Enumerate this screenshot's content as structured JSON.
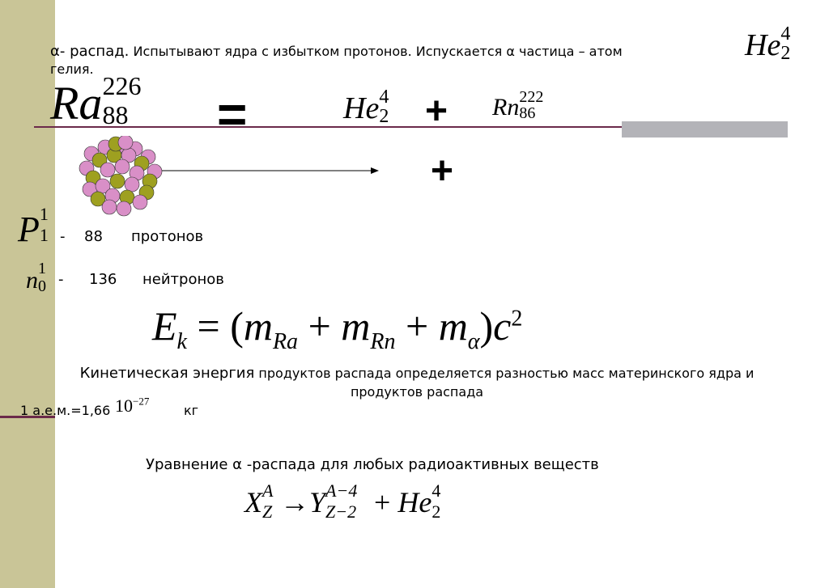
{
  "intro": {
    "title": "α- распад.",
    "text": "Испытывают ядра с избытком протонов. Испускается α частица – атом",
    "text_cont": "гелия.",
    "he_symbol": "He",
    "he_mass": "4",
    "he_charge": "2"
  },
  "reaction": {
    "ra_symbol": "Ra",
    "ra_mass": "226",
    "ra_charge": "88",
    "equals": "=",
    "he_symbol": "He",
    "he_mass": "4",
    "he_charge": "2",
    "plus": "+",
    "rn_symbol": "Rn",
    "rn_mass": "222",
    "rn_charge": "86",
    "plus_lower": "+"
  },
  "composition": {
    "proton_symbol": "P",
    "proton_mass": "1",
    "proton_charge": "1",
    "proton_dash": "-",
    "proton_count": "88",
    "proton_label": "протонов",
    "neutron_symbol": "n",
    "neutron_mass": "1",
    "neutron_charge": "0",
    "neutron_dash": "-",
    "neutron_count": "136",
    "neutron_label": "нейтронов"
  },
  "energy": {
    "E": "E",
    "k": "k",
    "eq": "=",
    "open": "(",
    "m1": "m",
    "Ra": "Ra",
    "plus1": "+",
    "m2": "m",
    "Rn": "Rn",
    "plus2": "+",
    "m3": "m",
    "alpha": "α",
    "close": ")",
    "c": "c",
    "pow": "2"
  },
  "kinetic": {
    "lead": "Кинетическая энергия",
    "text": "продуктов распада определяется разностью масс материнского ядра и",
    "text2": "продуктов распада"
  },
  "amu": {
    "text": "1 а.е.м.=1,66",
    "ten": "10",
    "exp": "−27",
    "unit": "кг"
  },
  "general": {
    "heading": "Уравнение α -распада для любых радиоактивных веществ",
    "X": "X",
    "X_A": "A",
    "X_Z": "Z",
    "arrow": "→",
    "Y": "Y",
    "Y_A": "A−4",
    "Y_Z": "Z−2",
    "plus": "+",
    "He": "He",
    "He_A": "4",
    "He_Z": "2"
  },
  "colors": {
    "sidebar": "#c9c597",
    "rule": "#6b2a4a",
    "gray_bar": "#b3b3b8",
    "proton": "#d98fc7",
    "neutron": "#9ea020"
  }
}
